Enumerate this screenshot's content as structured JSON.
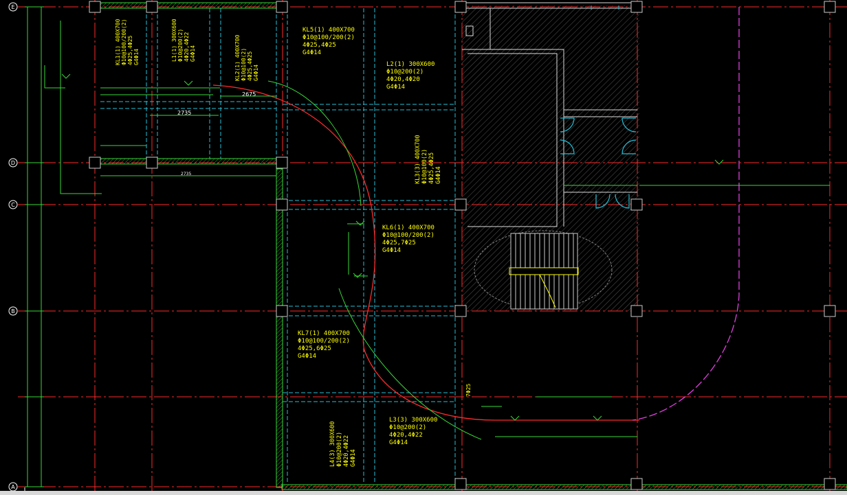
{
  "app": {
    "window": "CAD drawing viewport"
  },
  "colors": {
    "background": "#000000",
    "axis_line": "#ff2a2a",
    "wall": "#37d937",
    "column": "#cccccc",
    "beam_dashed": "#23c0d8",
    "label": "#ffff00",
    "dimension": "#ffffff",
    "curve_red": "#ff2a2a",
    "curve_magenta": "#e040e0",
    "stair_hatch": "#6c6c6c"
  },
  "grid": {
    "rows": [
      "E",
      "D",
      "C",
      "B",
      "A"
    ]
  },
  "beams": [
    {
      "name": "KL1(1) 400X700",
      "lines": [
        "KL1(1) 400X700",
        "Φ10@100/200(2)",
        "4Φ25,4Φ25",
        "G4Φ14"
      ]
    },
    {
      "name": "L1(1) 300X600",
      "lines": [
        "L1(1) 300X600",
        "Φ10@200(2)",
        "4Φ20,4Φ22",
        "G4Φ14"
      ]
    },
    {
      "name": "KL2(1) 400X700",
      "lines": [
        "KL2(1) 400X700",
        "Φ10@100(2)",
        "4Φ25,4Φ25",
        "G4Φ14"
      ]
    },
    {
      "name": "KL5(1) 400X700",
      "lines": [
        "KL5(1) 400X700",
        "Φ10@100/200(2)",
        "4Φ25,4Φ25",
        "G4Φ14"
      ]
    },
    {
      "name": "L2(1) 300X600",
      "lines": [
        "L2(1) 300X600",
        "Φ10@200(2)",
        "4Φ20,4Φ20",
        "G4Φ14"
      ]
    },
    {
      "name": "KL3(3) 400X700",
      "lines": [
        "KL3(3) 400X700",
        "Φ10@100(2)",
        "4Φ25,4Φ25",
        "G4Φ14"
      ]
    },
    {
      "name": "KL6(1) 400X700",
      "lines": [
        "KL6(1) 400X700",
        "Φ10@100/200(2)",
        "4Φ25,7Φ25",
        "G4Φ14"
      ]
    },
    {
      "name": "KL7(1) 400X700",
      "lines": [
        "KL7(1) 400X700",
        "Φ10@100/200(2)",
        "4Φ25,6Φ25",
        "G4Φ14"
      ]
    },
    {
      "name": "L3(3) 300X600",
      "lines": [
        "L3(3) 300X600",
        "Φ10@200(2)",
        "4Φ20,4Φ22",
        "G4Φ14"
      ]
    },
    {
      "name": "L4(3) 300X600",
      "lines": [
        "L4(3) 300X600",
        "Φ10@200(2)",
        "4Φ20,4Φ22",
        "G4Φ14"
      ]
    }
  ],
  "dimensions": {
    "d2675": "2675",
    "d2735a": "2735",
    "d2735b": "2735",
    "d7d25": "7Φ25"
  }
}
